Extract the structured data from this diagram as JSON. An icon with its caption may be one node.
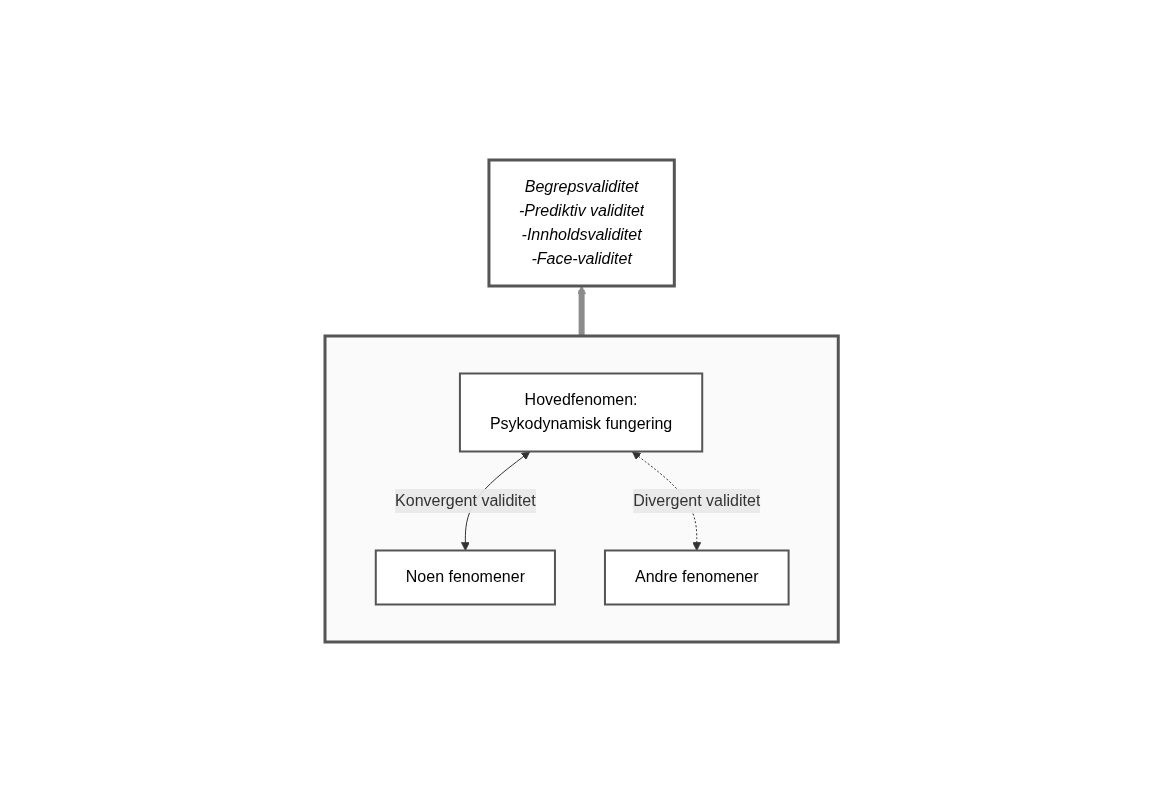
{
  "diagram": {
    "nodes": [
      {
        "text": [
          "Begrepsvaliditet",
          "-Prediktiv validitet",
          "-Innholdsvaliditet",
          "-Face-validitet"
        ]
      },
      {
        "text": [],
        "shape": "box"
      },
      {
        "text": [
          "Hovedfenomen:",
          "Psykodynamisk fungering"
        ],
        "in": 1
      },
      {
        "text": [
          "Noen fenomener"
        ],
        "in": 1
      },
      {
        "text": [
          "Andre fenomener"
        ],
        "in": 1
      }
    ],
    "edges": [
      {
        "from": 2,
        "to": 3,
        "arrow": "both",
        "label": "Konvergent validitet"
      },
      {
        "from": 2,
        "to": 4,
        "arrow": "both",
        "label": "Divergent validitet",
        "style": "dashed"
      },
      {
        "from": 1,
        "to": 0,
        "arrow": "to",
        "style": "thick",
        "color": "#8c8c8c"
      }
    ]
  }
}
